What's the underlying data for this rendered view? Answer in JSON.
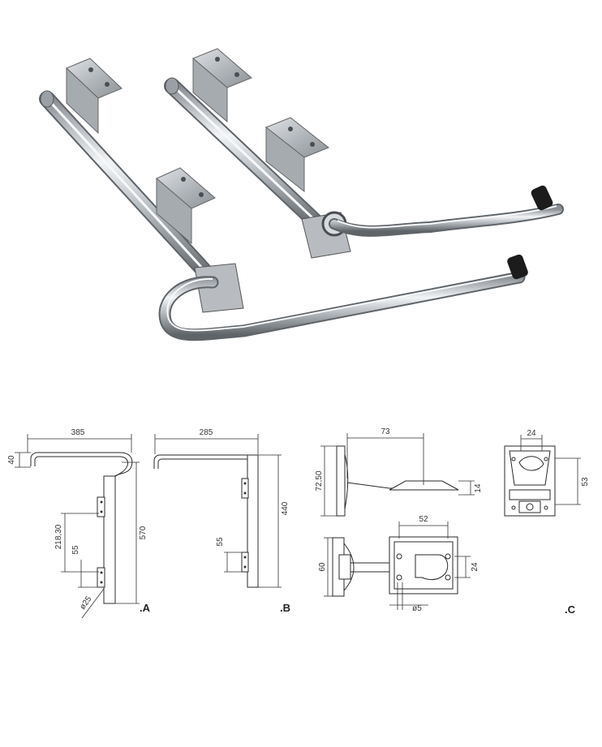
{
  "views": {
    "a": {
      "label": ".A",
      "width": "385",
      "hook": "40",
      "height": "570",
      "bracket_spacing": "218,30",
      "bracket_gap": "55",
      "tube_diameter": "ø25"
    },
    "b": {
      "label": ".B",
      "width": "285",
      "height": "440",
      "bracket_gap": "55"
    },
    "c": {
      "label": ".C",
      "arm_length": "73",
      "base_height": "72,50",
      "stop_height": "14",
      "catch_width": "52",
      "hole_spacing": "24",
      "plate_height": "60",
      "hole_diameter": "ø5",
      "top_width": "24",
      "top_height": "53"
    }
  },
  "colors": {
    "chrome_dark": "#6f747a",
    "chrome_light": "#eef0f2",
    "rubber": "#1c1c1c",
    "line": "#2a2a2a"
  }
}
